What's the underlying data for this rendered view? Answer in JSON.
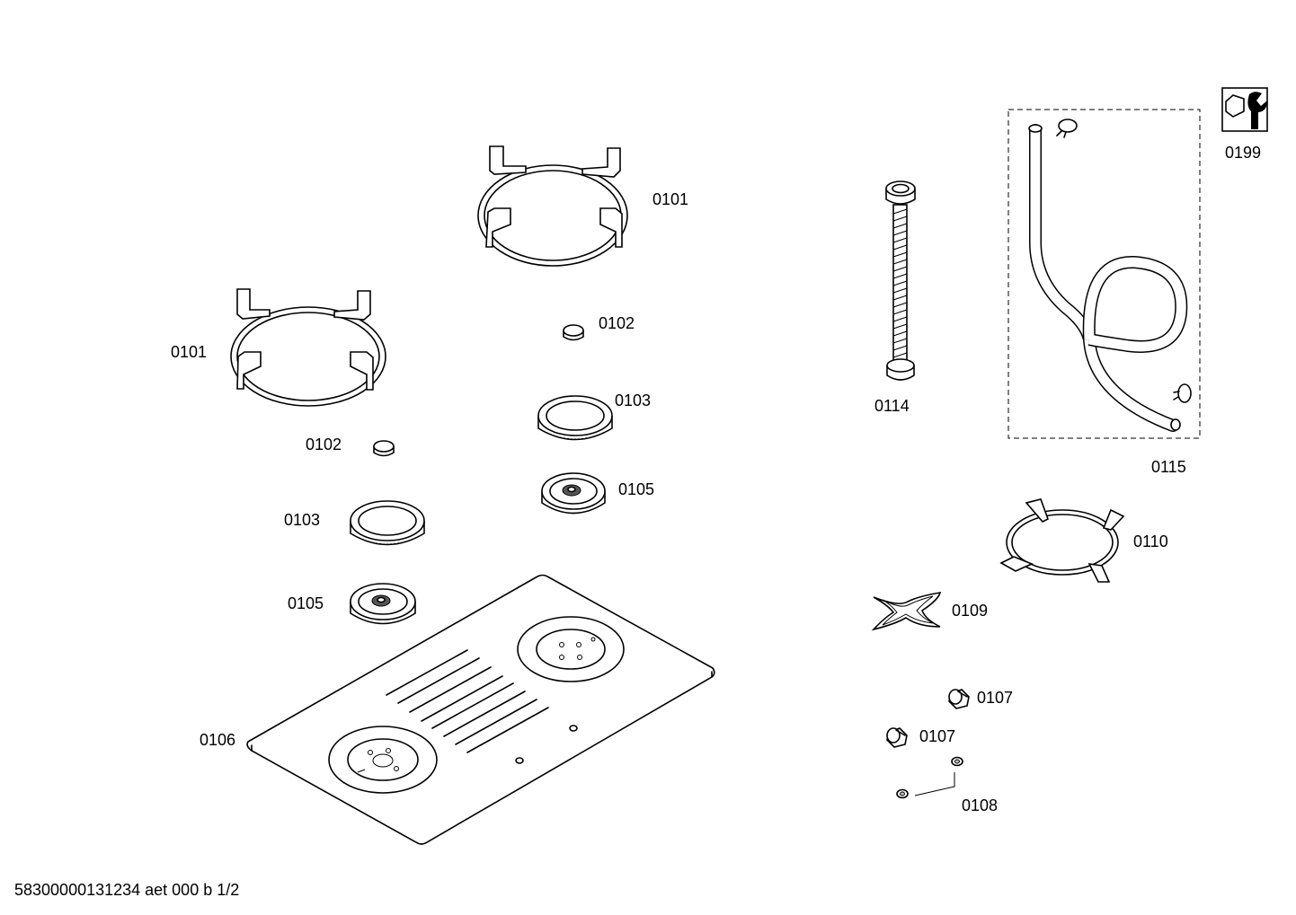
{
  "labels": {
    "grid_top": "0101",
    "grid_left": "0101",
    "cap_top": "0102",
    "cap_left": "0102",
    "distributor_top": "0103",
    "distributor_left": "0103",
    "burner_top": "0105",
    "burner_left": "0105",
    "hob_top": "0106",
    "knob_upper": "0107",
    "knob_lower": "0107",
    "seal": "0108",
    "pan_support_small": "0109",
    "wok_ring": "0110",
    "pipe": "0114",
    "hose_kit": "0115",
    "tools": "0199"
  },
  "footer": "58300000131234 aet 000 b 1/2"
}
